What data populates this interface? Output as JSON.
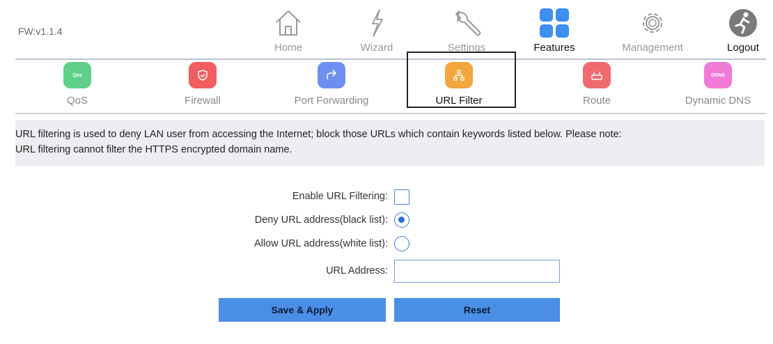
{
  "firmware": "FW:v1.1.4",
  "nav": {
    "home": "Home",
    "wizard": "Wizard",
    "settings": "Settings",
    "features": "Features",
    "management": "Management",
    "logout": "Logout"
  },
  "subnav": {
    "qos": {
      "label": "QoS",
      "badge": "Qos",
      "color": "#5fd08a"
    },
    "firewall": {
      "label": "Firewall",
      "color": "#f25d62"
    },
    "port_forwarding": {
      "label": "Port Forwarding",
      "color": "#6f8ff0"
    },
    "url_filter": {
      "label": "URL Filter",
      "color": "#f2a63c"
    },
    "route": {
      "label": "Route",
      "color": "#f06a70"
    },
    "dynamic_dns": {
      "label": "Dynamic DNS",
      "badge": "DDNS",
      "color": "#f07ad6"
    }
  },
  "info": {
    "line1": "URL filtering is used to deny LAN user from accessing the Internet; block those URLs which contain keywords listed below. Please note:",
    "line2": "URL filtering cannot filter the HTTPS encrypted domain name."
  },
  "form": {
    "enable_label": "Enable URL Filtering:",
    "enable_checked": false,
    "deny_label": "Deny URL address(black list):",
    "allow_label": "Allow URL address(white list):",
    "selected_mode": "deny",
    "url_label": "URL Address:",
    "url_value": ""
  },
  "buttons": {
    "save": "Save & Apply",
    "reset": "Reset"
  },
  "colors": {
    "accent": "#4b8ee6",
    "features_icon": "#3d8ff0"
  }
}
